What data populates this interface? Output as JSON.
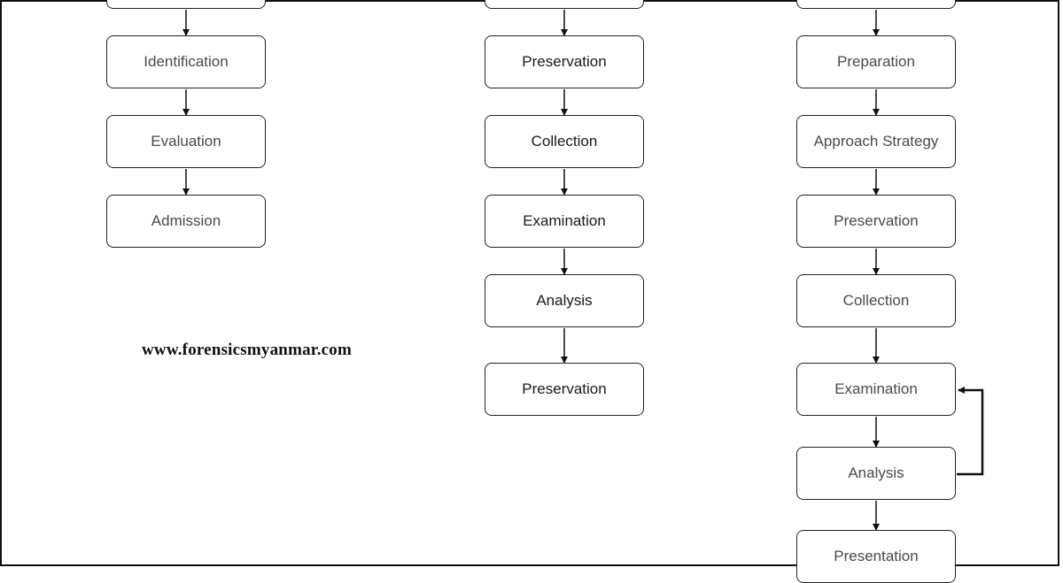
{
  "watermark": "www.forensicsmyanmar.com",
  "columns": [
    {
      "nodes": [
        "",
        "Identification",
        "Evaluation",
        "Admission"
      ]
    },
    {
      "nodes": [
        "",
        "Preservation",
        "Collection",
        "Examination",
        "Analysis",
        "Preservation"
      ]
    },
    {
      "nodes": [
        "",
        "Preparation",
        "Approach Strategy",
        "Preservation",
        "Collection",
        "Examination",
        "Analysis",
        "Presentation"
      ]
    }
  ],
  "colors": {
    "stroke": "#111111",
    "text": "#1a1a1a"
  }
}
